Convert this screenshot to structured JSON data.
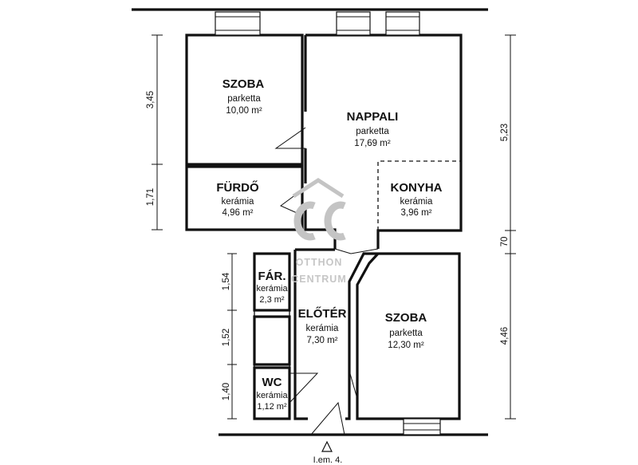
{
  "rooms": [
    {
      "id": "szoba-top",
      "name": "SZOBA",
      "floor": "parketta",
      "area": "10,00 m²"
    },
    {
      "id": "nappali",
      "name": "NAPPALI",
      "floor": "parketta",
      "area": "17,69 m²"
    },
    {
      "id": "furdo",
      "name": "FÜRDŐ",
      "floor": "kerámia",
      "area": "4,96 m²"
    },
    {
      "id": "konyha",
      "name": "KONYHA",
      "floor": "kerámia",
      "area": "3,96 m²"
    },
    {
      "id": "far",
      "name": "FÁR.",
      "floor": "kerámia",
      "area": "2,3 m²"
    },
    {
      "id": "eloter",
      "name": "ELŐTÉR",
      "floor": "kerámia",
      "area": "7,30 m²"
    },
    {
      "id": "szoba-bottom",
      "name": "SZOBA",
      "floor": "parketta",
      "area": "12,30 m²"
    },
    {
      "id": "wc",
      "name": "WC",
      "floor": "kerámia",
      "area": "1,12 m²"
    }
  ],
  "dimensions": {
    "left_top": [
      "3,45",
      "1,71"
    ],
    "left_bottom": [
      "1,54",
      "1,52",
      "1,40"
    ],
    "right": [
      "5,23",
      "70",
      "4,46"
    ]
  },
  "entrance": {
    "symbol": "Δ",
    "label": "I.em. 4."
  },
  "watermark": {
    "logo": "OC",
    "line1": "OTTHON",
    "line2": "CENTRUM"
  }
}
